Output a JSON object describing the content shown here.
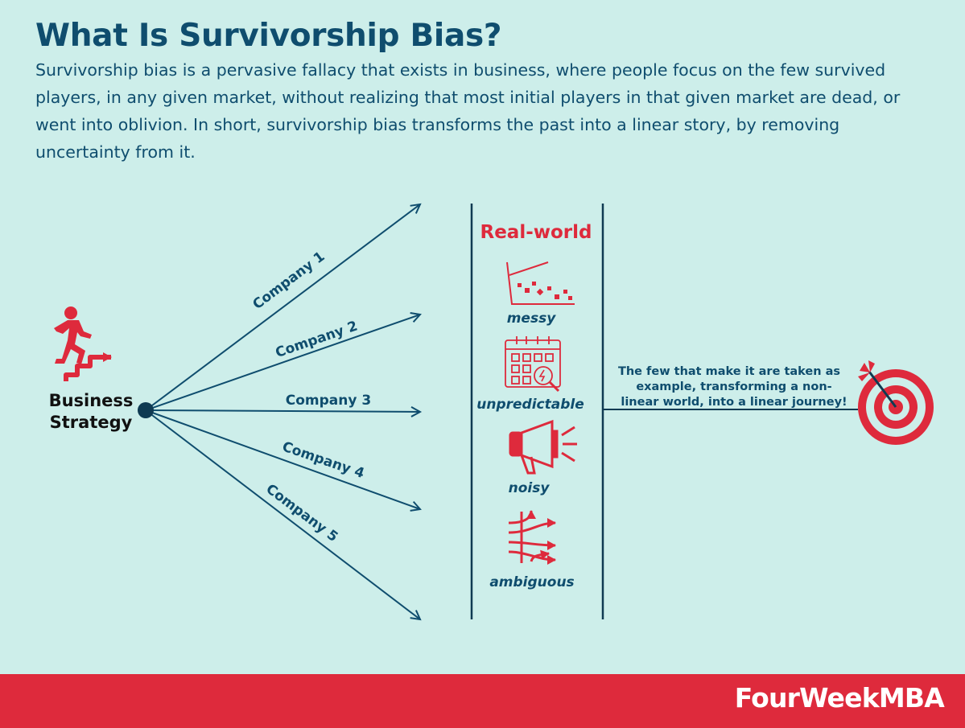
{
  "header": {
    "title": "What Is Survivorship Bias?",
    "description": "Survivorship bias is a pervasive fallacy that exists in business, where people focus on the few survived players, in any given market, without realizing that most initial players in that given market are dead, or went into oblivion. In short, survivorship bias transforms the past into a linear story, by removing uncertainty from it."
  },
  "diagram": {
    "origin_label_line1": "Business",
    "origin_label_line2": "Strategy",
    "companies": [
      "Company 1",
      "Company 2",
      "Company 3",
      "Company 4",
      "Company 5"
    ],
    "real_world": {
      "heading": "Real-world",
      "items": [
        "messy",
        "unpredictable",
        "noisy",
        "ambiguous"
      ]
    },
    "conclusion_lines": [
      "The few that make it are taken as",
      "example, transforming a non-",
      "linear world, into a linear journey!"
    ]
  },
  "colors": {
    "navy": "#0f4d6e",
    "red": "#de2a3c",
    "background": "#cdeeea"
  },
  "icons": [
    "running-person-icon",
    "stairs-arrow-icon",
    "messy-chart-icon",
    "calendar-search-icon",
    "megaphone-icon",
    "tangled-arrows-icon",
    "target-dart-icon"
  ],
  "footer": {
    "brand": "FourWeekMBA"
  }
}
